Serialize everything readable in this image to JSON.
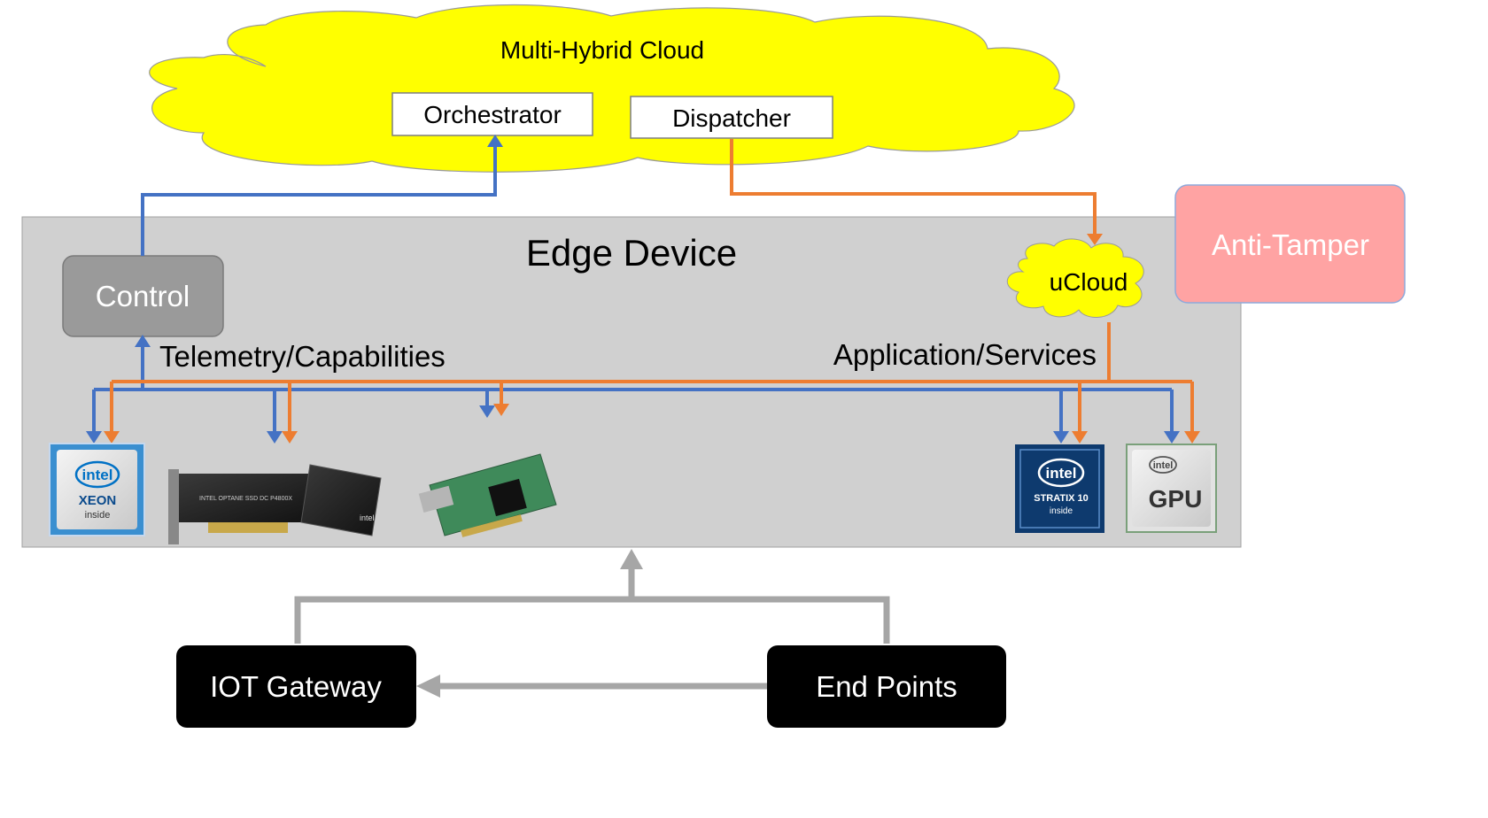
{
  "cloud": {
    "title": "Multi-Hybrid Cloud",
    "orchestrator": "Orchestrator",
    "dispatcher": "Dispatcher"
  },
  "edge": {
    "title": "Edge Device",
    "control": "Control",
    "ucloud": "uCloud",
    "telemetry": "Telemetry/Capabilities",
    "app_services": "Application/Services"
  },
  "anti_tamper": "Anti-Tamper",
  "iot_gateway": "IOT Gateway",
  "end_points": "End Points",
  "chips": {
    "xeon": {
      "brand": "intel",
      "name": "XEON",
      "sub": "inside"
    },
    "optane": {
      "brand": "intel",
      "name": "INTEL OPTANE SSD DC P4800X"
    },
    "stratix": {
      "brand": "intel",
      "name": "STRATIX 10",
      "sub": "inside"
    },
    "gpu": {
      "brand": "intel",
      "name": "GPU"
    }
  },
  "colors": {
    "cloud_fill": "#ffff00",
    "edge_fill": "#d0d0d0",
    "control_fill": "#9a9a9a",
    "anti_tamper_fill": "#ffa3a3",
    "blue_line": "#4472c4",
    "orange_line": "#ed7d31",
    "gray_line": "#a6a6a6",
    "black_box": "#000000"
  }
}
